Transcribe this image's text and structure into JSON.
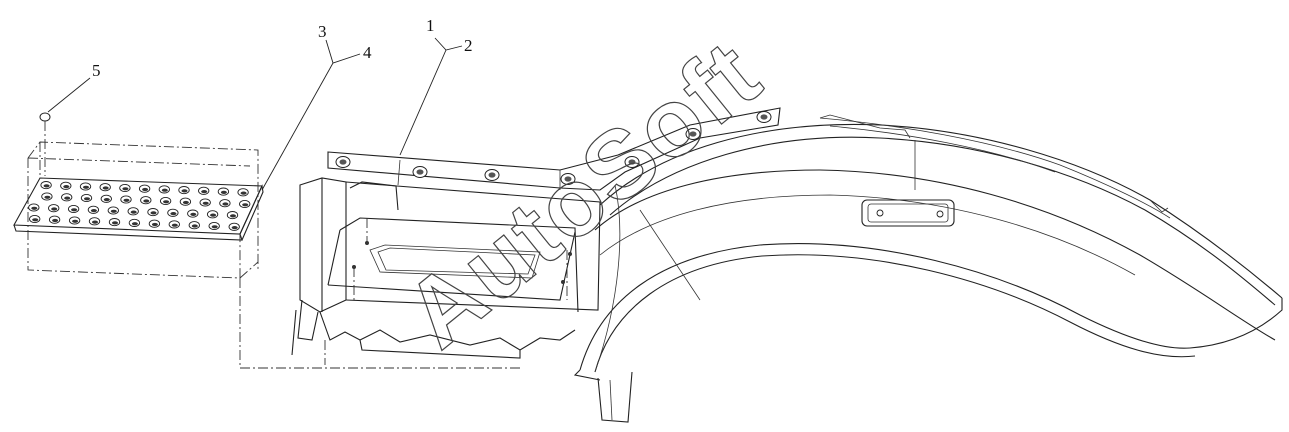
{
  "callouts": [
    {
      "id": "1",
      "label": "1"
    },
    {
      "id": "2",
      "label": "2"
    },
    {
      "id": "3",
      "label": "3"
    },
    {
      "id": "4",
      "label": "4"
    },
    {
      "id": "5",
      "label": "5"
    }
  ],
  "watermark": {
    "text": "AutoSoft"
  },
  "colors": {
    "line": "#222222",
    "background": "#ffffff"
  }
}
